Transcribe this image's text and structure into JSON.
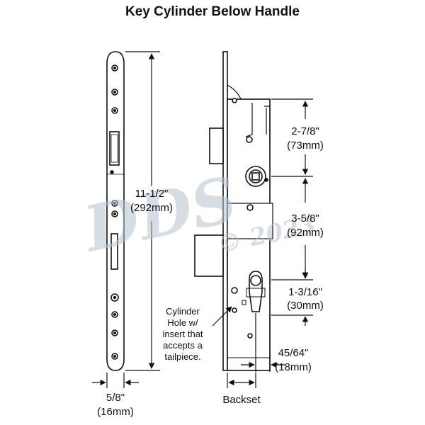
{
  "title": "Key Cylinder Below Handle",
  "dimensions": {
    "overall_length": {
      "imperial": "11-1/2\"",
      "metric": "(292mm)"
    },
    "latch_to_spindle": {
      "imperial": "2-7/8\"",
      "metric": "(73mm)"
    },
    "spindle_to_bolt": {
      "imperial": "3-5/8\"",
      "metric": "(92mm)"
    },
    "bolt_to_cylinder": {
      "imperial": "1-3/16\"",
      "metric": "(30mm)"
    },
    "cylinder_offset": {
      "imperial": "45/64\"",
      "metric": "(18mm)"
    },
    "faceplate_width": {
      "imperial": "5/8\"",
      "metric": "(16mm)"
    },
    "backset": "Backset"
  },
  "cylinder_note": [
    "Cylinder",
    "Hole w/",
    "insert that",
    "accepts a",
    "tailpiece."
  ],
  "watermark": {
    "brand": "DDS",
    "mark": "© 2023"
  },
  "colors": {
    "line": "#111111",
    "watermark": "#b8c3d1",
    "background": "#ffffff"
  }
}
